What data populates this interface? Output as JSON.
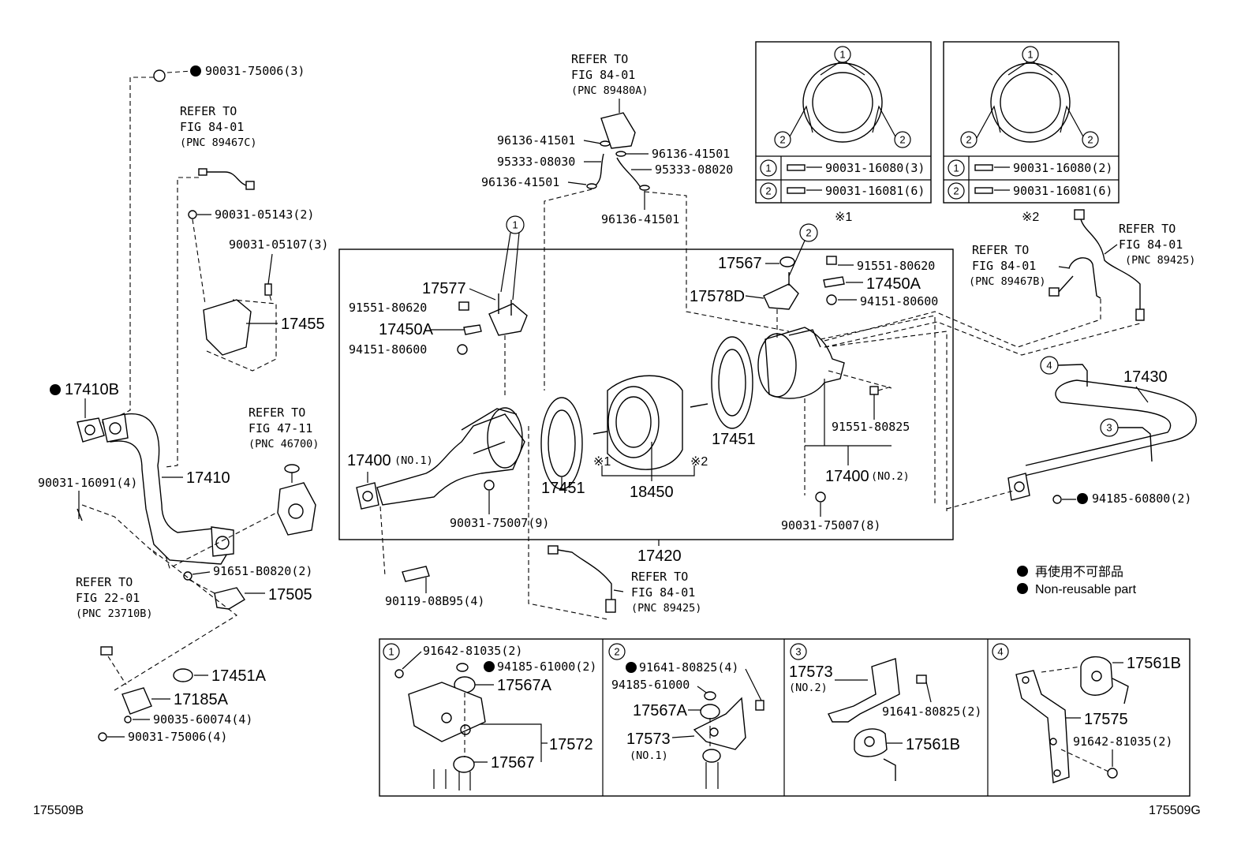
{
  "labels": {
    "p90031_75006_3": "90031-75006(3)",
    "refer_84_01_a": "REFER TO",
    "refer_84_01_a2": "FIG 84-01",
    "refer_84_01_a3": "(PNC 89467C)",
    "p90031_05143_2": "90031-05143(2)",
    "p90031_05107_3": "90031-05107(3)",
    "p17455": "17455",
    "p17410B": "17410B",
    "p17410": "17410",
    "p90031_16091_4": "90031-16091(4)",
    "refer_47_11_1": "REFER TO",
    "refer_47_11_2": "FIG 47-11",
    "refer_47_11_3": "(PNC 46700)",
    "p17400_no1": "17400",
    "p17400_no1_sub": "(NO.1)",
    "p91651_b0820_2": "91651-B0820(2)",
    "p17505": "17505",
    "refer_22_01_1": "REFER TO",
    "refer_22_01_2": "FIG 22-01",
    "refer_22_01_3": "(PNC 23710B)",
    "p17451A": "17451A",
    "p17185A": "17185A",
    "p90035_60074_4": "90035-60074(4)",
    "p90031_75006_4": "90031-75006(4)",
    "p90119_08b95_4": "90119-08B95(4)",
    "refer_84_01_b1": "REFER TO",
    "refer_84_01_b2": "FIG 84-01",
    "refer_84_01_b3": "(PNC 89480A)",
    "p96136_41501_a": "96136-41501",
    "p96136_41501_b": "96136-41501",
    "p96136_41501_c": "96136-41501",
    "p96136_41501_d": "96136-41501",
    "p95333_08030": "95333-08030",
    "p95333_08020": "95333-08020",
    "p17577": "17577",
    "p91551_80620_a": "91551-80620",
    "p17450A_a": "17450A",
    "p94151_80600_a": "94151-80600",
    "p17451_a": "17451",
    "p17451_b": "17451",
    "p18450": "18450",
    "mark1": "※1",
    "mark2": "※2",
    "p90031_75007_9": "90031-75007(9)",
    "p17420": "17420",
    "refer_84_01_c1": "REFER TO",
    "refer_84_01_c2": "FIG 84-01",
    "refer_84_01_c3": "(PNC 89425)",
    "p17567_top": "17567",
    "p17578D": "17578D",
    "p91551_80620_b": "91551-80620",
    "p17450A_b": "17450A",
    "p94151_80600_b": "94151-80600",
    "p91551_80825": "91551-80825",
    "p17400_no2": "17400",
    "p17400_no2_sub": "(NO.2)",
    "p90031_75007_8": "90031-75007(8)",
    "refer_84_01_d1": "REFER TO",
    "refer_84_01_d2": "FIG 84-01",
    "refer_84_01_d3": "(PNC 89467B)",
    "refer_84_01_e1": "REFER TO",
    "refer_84_01_e2": "FIG 84-01",
    "refer_84_01_e3": "(PNC 89425)",
    "p17430": "17430",
    "p94185_60800_2": "94185-60800(2)",
    "legend_jp": "再使用不可部品",
    "legend_en": "Non-reusable part",
    "code_left": "175509B",
    "code_right": "175509G"
  },
  "inset_tables": {
    "t1": {
      "row1": "90031-16080(3)",
      "row2": "90031-16081(6)",
      "mark": "※1"
    },
    "t2": {
      "row1": "90031-16080(2)",
      "row2": "90031-16081(6)",
      "mark": "※2"
    }
  },
  "bottom_panels": {
    "p1": {
      "a": "91642-81035(2)",
      "b": "94185-61000(2)",
      "c": "17567A",
      "d": "17572",
      "e": "17567"
    },
    "p2": {
      "a": "91641-80825(4)",
      "b": "94185-61000",
      "c": "17567A",
      "d": "17573",
      "d_sub": "(NO.1)"
    },
    "p3": {
      "a": "17573",
      "a_sub": "(NO.2)",
      "b": "91641-80825(2)",
      "c": "17561B"
    },
    "p4": {
      "a": "17561B",
      "b": "17575",
      "c": "91642-81035(2)"
    }
  },
  "circled_numbers": [
    "1",
    "2",
    "3",
    "4"
  ]
}
